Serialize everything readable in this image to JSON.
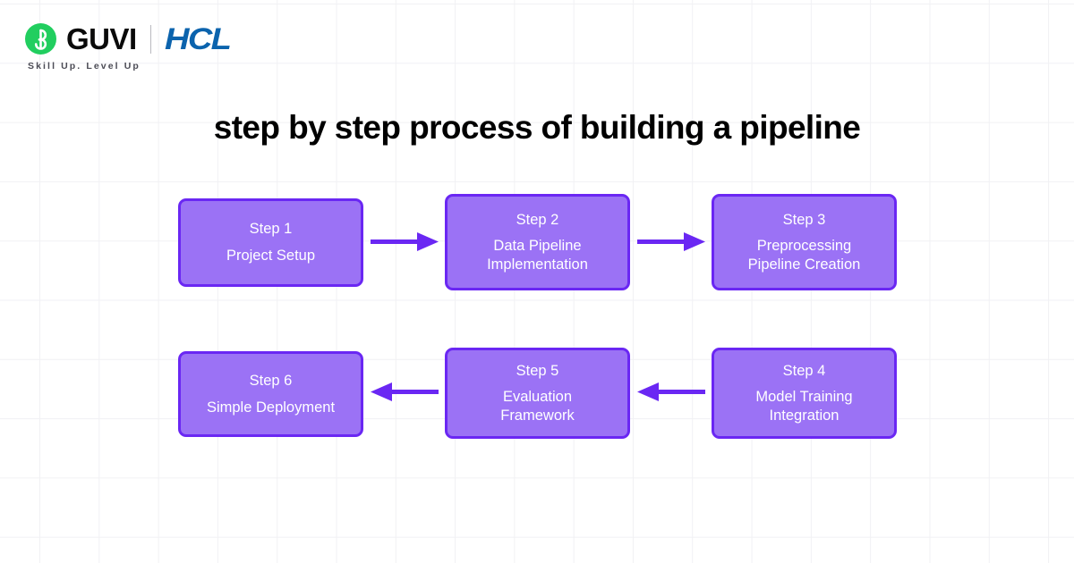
{
  "brand": {
    "logo_icon": "guvi-circle-logo",
    "logo_glyph": "g",
    "name": "GUVI",
    "partner": "HCL",
    "tagline": "Skill Up. Level Up",
    "colors": {
      "guvi_green": "#21ce5f",
      "hcl_blue": "#0b63ad",
      "text_black": "#0a0a0a"
    }
  },
  "title": "step by step process of building a pipeline",
  "theme": {
    "box_fill": "#9b72f5",
    "box_border": "#6a27f3",
    "arrow_color": "#6a27f3",
    "grid_line": "#f1f1f4",
    "background": "#ffffff"
  },
  "flow": {
    "steps": [
      {
        "label": "Step 1",
        "desc": "Project Setup"
      },
      {
        "label": "Step 2",
        "desc": "Data Pipeline\nImplementation"
      },
      {
        "label": "Step 3",
        "desc": "Preprocessing\nPipeline Creation"
      },
      {
        "label": "Step 4",
        "desc": "Model Training\nIntegration"
      },
      {
        "label": "Step 5",
        "desc": "Evaluation\nFramework"
      },
      {
        "label": "Step 6",
        "desc": "Simple Deployment"
      }
    ],
    "connectors": [
      {
        "name": "arrow-step1-to-step2",
        "direction": "right"
      },
      {
        "name": "arrow-step2-to-step3",
        "direction": "right"
      },
      {
        "name": "arrow-step4-to-step5",
        "direction": "left"
      },
      {
        "name": "arrow-step5-to-step6",
        "direction": "left"
      }
    ]
  }
}
